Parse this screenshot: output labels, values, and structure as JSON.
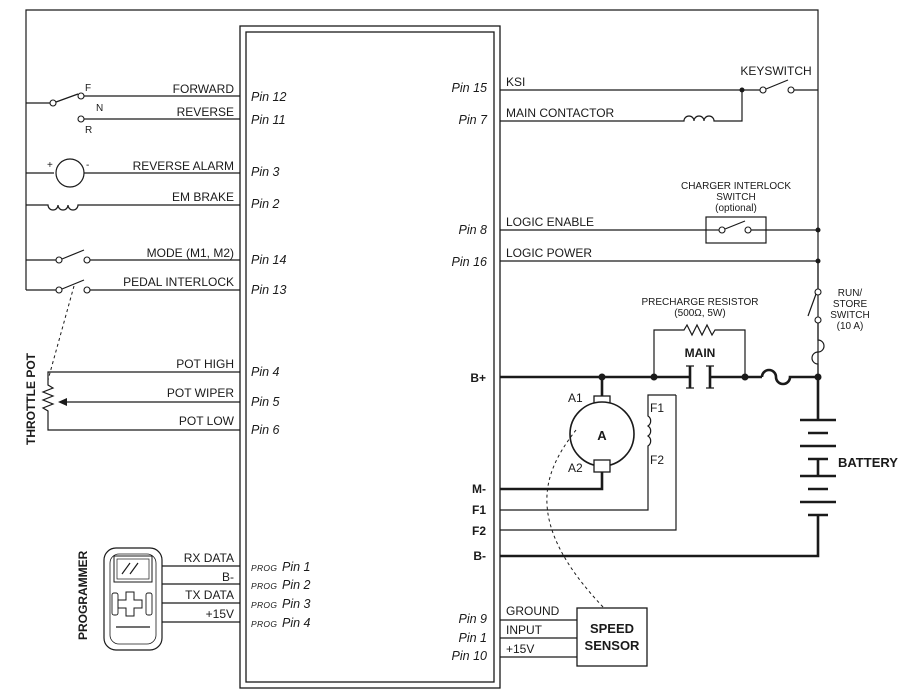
{
  "controller": {
    "left_pins": [
      {
        "signal": "FORWARD",
        "pin": "Pin 12"
      },
      {
        "signal": "REVERSE",
        "pin": "Pin 11"
      },
      {
        "signal": "REVERSE ALARM",
        "pin": "Pin 3"
      },
      {
        "signal": "EM BRAKE",
        "pin": "Pin 2"
      },
      {
        "signal": "MODE (M1, M2)",
        "pin": "Pin 14"
      },
      {
        "signal": "PEDAL INTERLOCK",
        "pin": "Pin 13"
      },
      {
        "signal": "POT HIGH",
        "pin": "Pin 4"
      },
      {
        "signal": "POT WIPER",
        "pin": "Pin 5"
      },
      {
        "signal": "POT LOW",
        "pin": "Pin 6"
      }
    ],
    "prog_pins": [
      {
        "signal": "RX DATA",
        "prefix": "PROG",
        "pin": "Pin 1"
      },
      {
        "signal": "B-",
        "prefix": "PROG",
        "pin": "Pin 2"
      },
      {
        "signal": "TX DATA",
        "prefix": "PROG",
        "pin": "Pin 3"
      },
      {
        "signal": "+15V",
        "prefix": "PROG",
        "pin": "Pin 4"
      }
    ],
    "right_pins": [
      {
        "signal": "KSI",
        "pin": "Pin 15"
      },
      {
        "signal": "MAIN CONTACTOR",
        "pin": "Pin 7"
      },
      {
        "signal": "LOGIC ENABLE",
        "pin": "Pin 8"
      },
      {
        "signal": "LOGIC POWER",
        "pin": "Pin 16"
      }
    ],
    "power_terminals": [
      "B+",
      "M-",
      "F1",
      "F2",
      "B-"
    ],
    "sensor_pins": [
      {
        "signal": "GROUND",
        "pin": "Pin 9"
      },
      {
        "signal": "INPUT",
        "pin": "Pin 1"
      },
      {
        "signal": "+15V",
        "pin": "Pin 10"
      }
    ]
  },
  "switch_labels": {
    "forward": "F",
    "neutral": "N",
    "reverse": "R"
  },
  "alarm_polarity": {
    "plus": "+",
    "minus": "-"
  },
  "components": {
    "throttle_pot": "THROTTLE POT",
    "programmer": "PROGRAMMER",
    "keyswitch": "KEYSWITCH",
    "charger_interlock": [
      "CHARGER INTERLOCK",
      "SWITCH",
      "(optional)"
    ],
    "precharge_resistor": [
      "PRECHARGE RESISTOR",
      "(500Ω, 5W)"
    ],
    "main": "MAIN",
    "run_store_switch": [
      "RUN/",
      "STORE",
      "SWITCH",
      "(10 A)"
    ],
    "battery": "BATTERY",
    "motor": {
      "armature": "A",
      "a1": "A1",
      "a2": "A2",
      "f1": "F1",
      "f2": "F2"
    },
    "speed_sensor": [
      "SPEED",
      "SENSOR"
    ]
  }
}
